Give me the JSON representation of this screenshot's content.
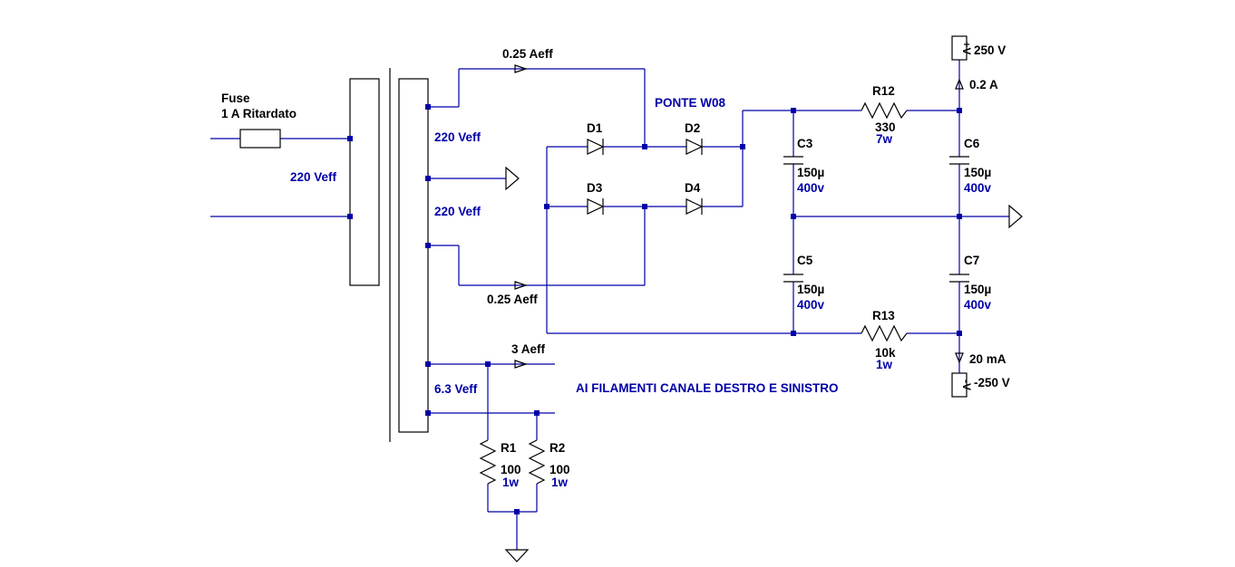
{
  "fuse": {
    "name": "Fuse",
    "value": "1 A Ritardato"
  },
  "transformer": {
    "primary": "220 Veff",
    "secondary_top": "220 Veff",
    "secondary_mid": "220 Veff",
    "secondary_low": "6.3 Veff"
  },
  "currents": {
    "top": "0.25 Aeff",
    "mid": "0.25 Aeff",
    "filament": "3 Aeff",
    "plus": "0.2 A",
    "minus": "20 mA"
  },
  "bridge": {
    "title": "PONTE W08",
    "d1": "D1",
    "d2": "D2",
    "d3": "D3",
    "d4": "D4"
  },
  "capacitors": {
    "c3": {
      "ref": "C3",
      "value": "150µ",
      "rating": "400v"
    },
    "c5": {
      "ref": "C5",
      "value": "150µ",
      "rating": "400v"
    },
    "c6": {
      "ref": "C6",
      "value": "150µ",
      "rating": "400v"
    },
    "c7": {
      "ref": "C7",
      "value": "150µ",
      "rating": "400v"
    }
  },
  "resistors": {
    "r12": {
      "ref": "R12",
      "value": "330",
      "power": "7w"
    },
    "r13": {
      "ref": "R13",
      "value": "10k",
      "power": "1w"
    },
    "r1": {
      "ref": "R1",
      "value": "100",
      "power": "1w"
    },
    "r2": {
      "ref": "R2",
      "value": "100",
      "power": "1w"
    }
  },
  "supplies": {
    "plus_symbol": "+V",
    "plus_value": "250 V",
    "minus_symbol": "-V",
    "minus_value": "-250 V"
  },
  "filament_note": "AI FILAMENTI CANALE DESTRO E SINISTRO"
}
